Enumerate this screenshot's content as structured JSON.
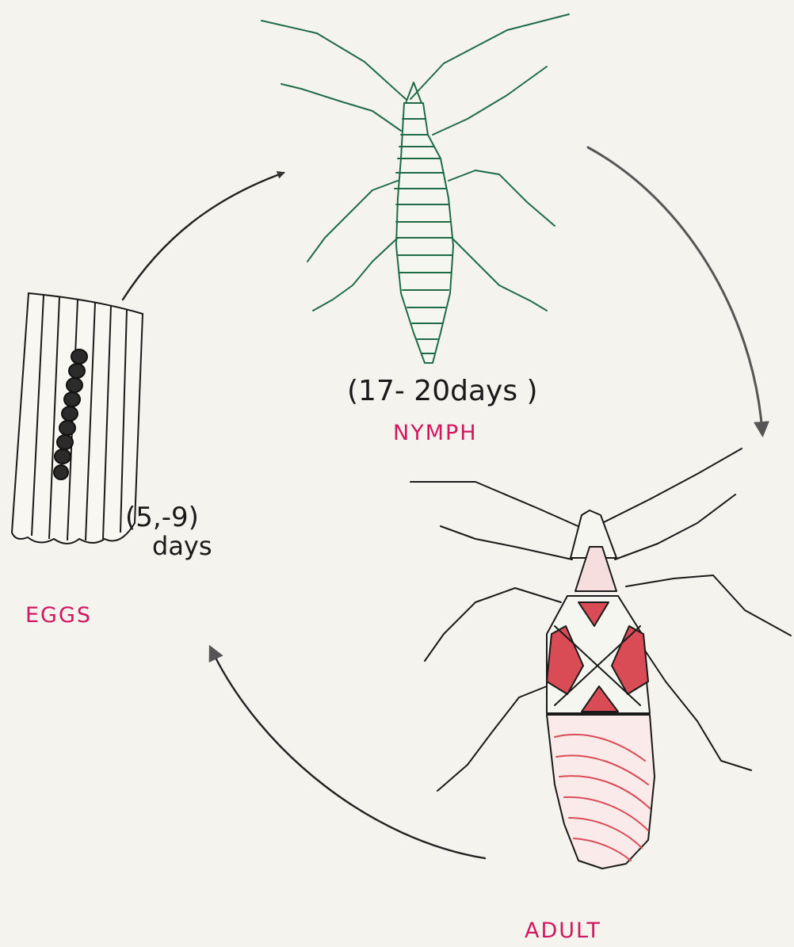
{
  "diagram": {
    "stages": {
      "nymph": {
        "label": "NYMPH",
        "duration": "(17- 20days )"
      },
      "eggs": {
        "label": "EGGS",
        "duration_line1": "(5,-9)",
        "duration_line2": "days"
      },
      "adult": {
        "label": "ADULT"
      }
    },
    "colors": {
      "ink": "#1a1a1a",
      "nymph_outline": "#1f6b45",
      "label_pink": "#d0175f",
      "adult_fill": "#d94b55",
      "paper": "#f4f3ee"
    },
    "icons": {
      "eggs": "egg-stem-icon",
      "nymph": "nymph-insect-icon",
      "adult": "adult-insect-icon"
    }
  }
}
